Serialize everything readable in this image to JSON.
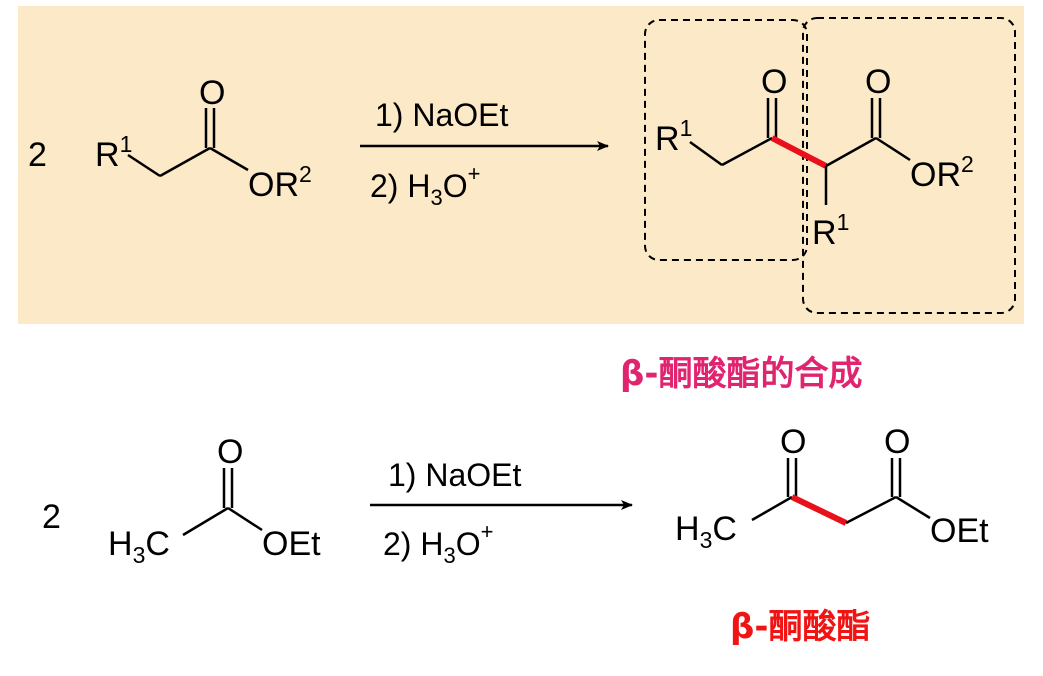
{
  "colors": {
    "panel": "#FBE9C8",
    "bond": "#000000",
    "highlight_bond": "#E8101A",
    "caption_general": "#E0246F",
    "caption_example": "#F01414"
  },
  "general": {
    "coefficient": "2",
    "reactant": {
      "r_group": "R",
      "r_sup": "1",
      "carbonyl_o": "O",
      "ester_o": "OR",
      "ester_sup": "2"
    },
    "conditions": {
      "step1": "1) NaOEt",
      "step2_prefix": "2) H",
      "step2_sub": "3",
      "step2_mid": "O",
      "step2_sup": "+"
    },
    "product": {
      "r_left": "R",
      "r_left_sup": "1",
      "o_ketone": "O",
      "o_ester": "O",
      "ester": "OR",
      "ester_sup": "2",
      "r_alpha": "R",
      "r_alpha_sup": "1"
    },
    "caption": "β-酮酸酯的合成"
  },
  "example": {
    "coefficient": "2",
    "reactant": {
      "h": "H",
      "h_sub": "3",
      "c": "C",
      "carbonyl_o": "O",
      "ester": "OEt"
    },
    "conditions": {
      "step1": "1) NaOEt",
      "step2_prefix": "2) H",
      "step2_sub": "3",
      "step2_mid": "O",
      "step2_sup": "+"
    },
    "product": {
      "h": "H",
      "h_sub": "3",
      "c": "C",
      "o_ketone": "O",
      "o_ester": "O",
      "ester": "OEt"
    },
    "caption": "β-酮酸酯"
  }
}
